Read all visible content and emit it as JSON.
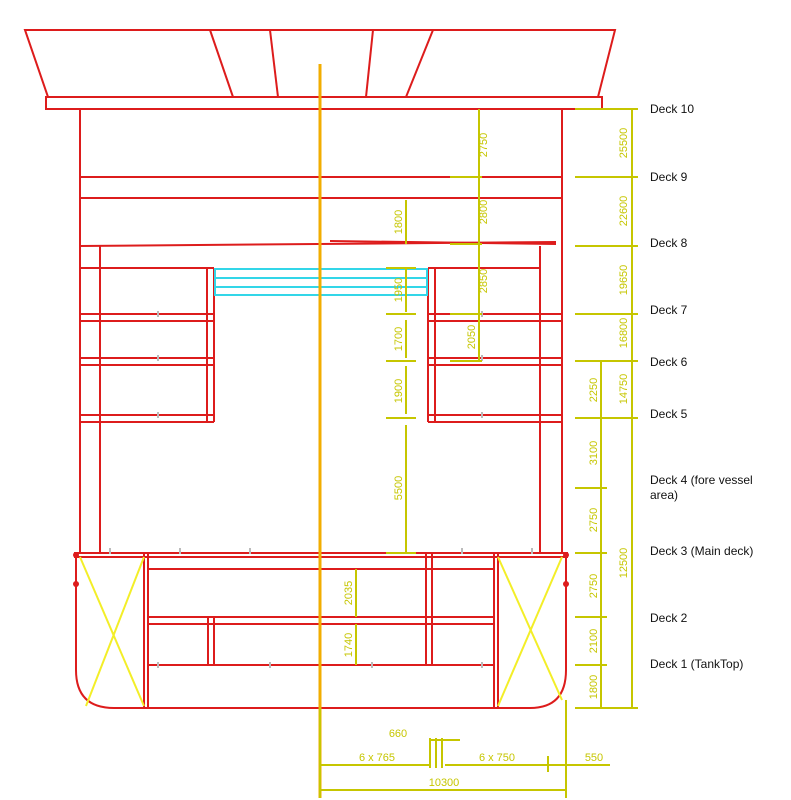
{
  "colors": {
    "structure": "#dd1c1c",
    "dimension": "#c6c600",
    "centerline": "#f2ad00",
    "highlight": "#33d6e8",
    "bracing": "#f3ee28",
    "text": "#111111"
  },
  "decks": [
    {
      "label": "Deck 10"
    },
    {
      "label": "Deck 9"
    },
    {
      "label": "Deck 8"
    },
    {
      "label": "Deck 7"
    },
    {
      "label": "Deck 6"
    },
    {
      "label": "Deck 5"
    },
    {
      "label": "Deck 4 (fore vessel",
      "label2": "area)"
    },
    {
      "label": "Deck 3 (Main deck)"
    },
    {
      "label": "Deck 2"
    },
    {
      "label": "Deck 1 (TankTop)"
    }
  ],
  "dims_right_outer": [
    "25500",
    "22600",
    "19650",
    "16800",
    "14750",
    "12500"
  ],
  "dims_right_inner": [
    "2250",
    "3100",
    "2750",
    "2750",
    "2100",
    "1800"
  ],
  "dims_center": [
    "2750",
    "2800",
    "2850",
    "2050",
    "1800",
    "1950",
    "1700",
    "1900",
    "5500",
    "2035",
    "1740"
  ],
  "dims_bottom": [
    "660",
    "6 x 765",
    "6 x 750",
    "550",
    "10300"
  ]
}
